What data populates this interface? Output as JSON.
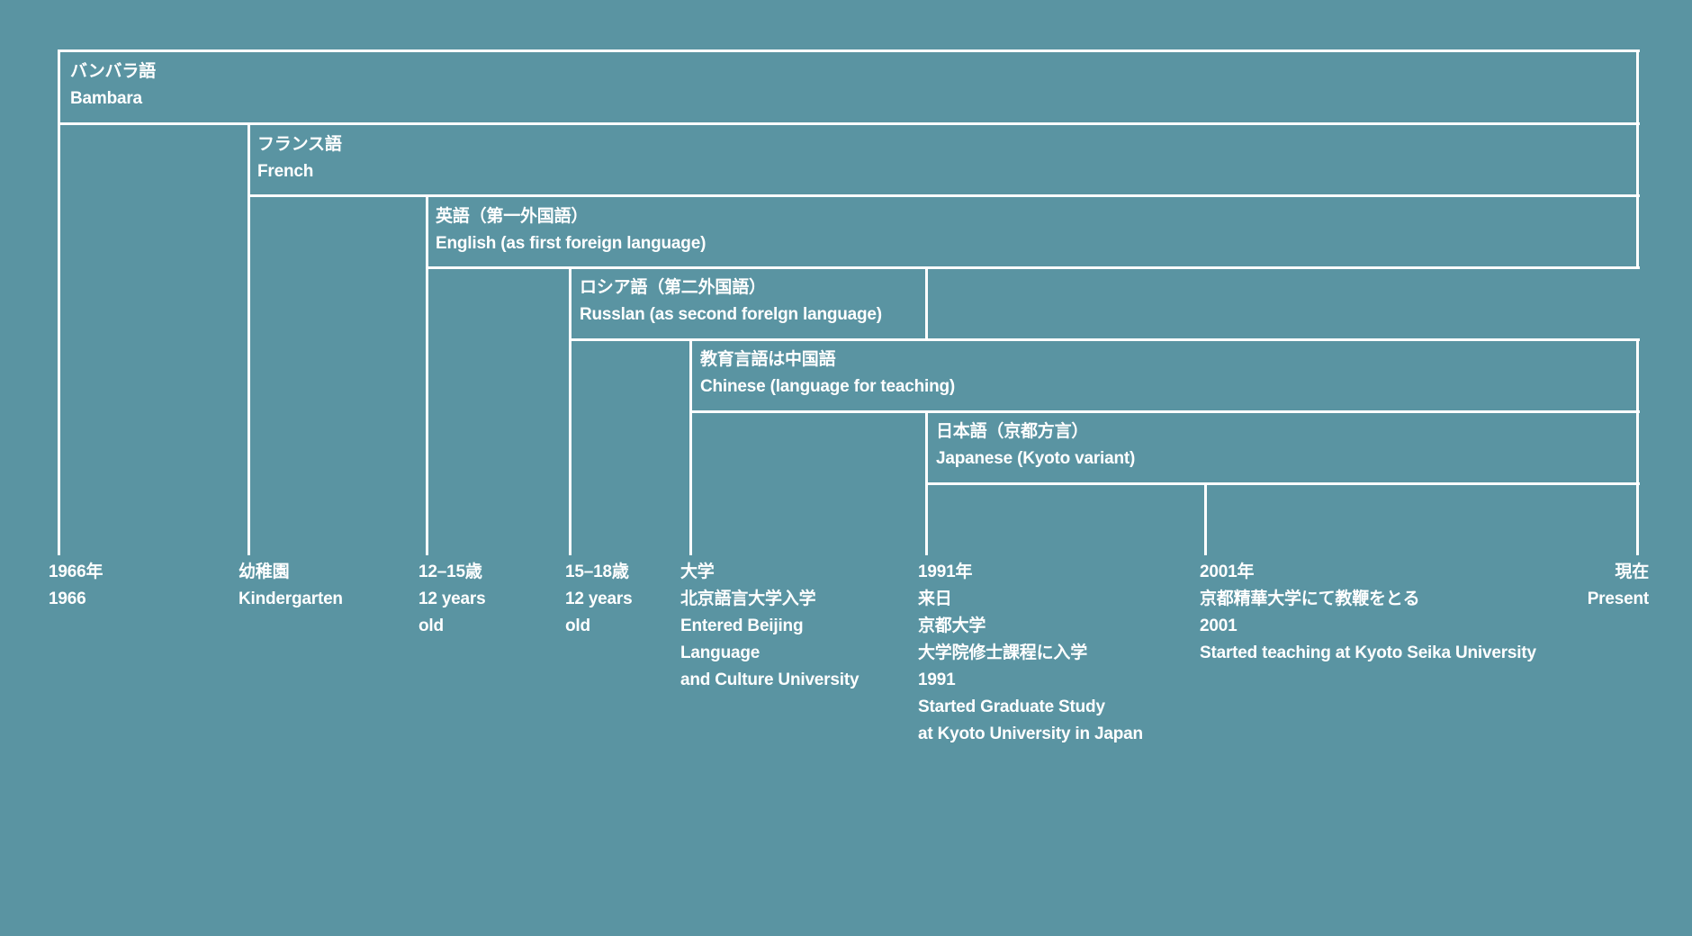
{
  "languages": [
    {
      "ja": "バンバラ語",
      "en": "Bambara"
    },
    {
      "ja": "フランス語",
      "en": "French"
    },
    {
      "ja": "英語（第一外国語）",
      "en": "English (as first foreign language)"
    },
    {
      "ja": "ロシア語（第二外国語）",
      "en": "Russlan (as second forelgn language)"
    },
    {
      "ja": "教育言語は中国語",
      "en": "Chinese (language for teaching)"
    },
    {
      "ja": "日本語（京都方言）",
      "en": "Japanese (Kyoto variant)"
    }
  ],
  "timeline": [
    {
      "lines": [
        "1966年",
        "1966"
      ]
    },
    {
      "lines": [
        "幼稚園",
        "Kindergarten"
      ]
    },
    {
      "lines": [
        "12–15歳",
        "12 years",
        "old"
      ]
    },
    {
      "lines": [
        "15–18歳",
        "12 years",
        "old"
      ]
    },
    {
      "lines": [
        "大学",
        "北京語言大学入学",
        "Entered Beijing",
        "Language",
        "and Culture University"
      ]
    },
    {
      "lines": [
        "1991年",
        "来日",
        "京都大学",
        "大学院修士課程に入学",
        "1991",
        "Started Graduate Study",
        "at Kyoto University in Japan"
      ]
    },
    {
      "lines": [
        "2001年",
        "京都精華大学にて教鞭をとる",
        "2001",
        "Started teaching at Kyoto Seika University"
      ]
    },
    {
      "lines": [
        "現在",
        "Present"
      ]
    }
  ],
  "colors": {
    "background": "#5a94a2",
    "lines": "#ffffff"
  }
}
